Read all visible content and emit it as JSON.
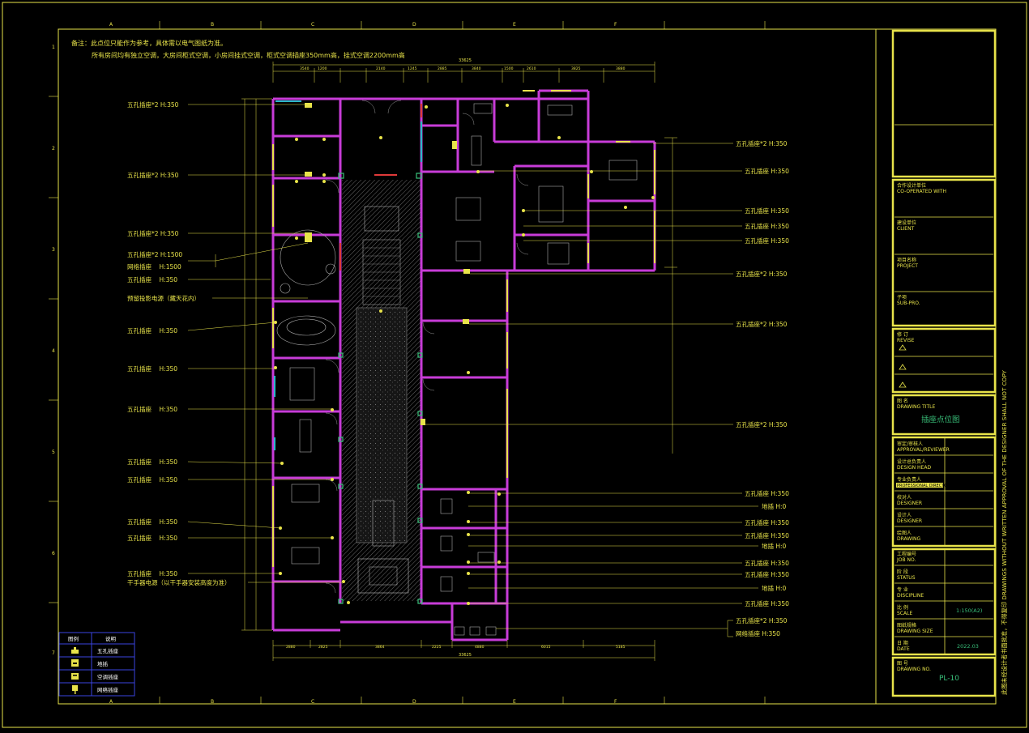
{
  "notes": {
    "line1": "备注：此点位只能作为参考，具体需以电气图纸为准。",
    "line2": "所有房间均有独立空调，大房间柜式空调，小房间挂式空调，柜式空调插座350mm高，挂式空调2200mm高"
  },
  "grid_letters": [
    "A",
    "B",
    "C",
    "D",
    "E",
    "F"
  ],
  "grid_numbers": [
    "1",
    "2",
    "3",
    "4",
    "5",
    "6",
    "7"
  ],
  "dimensions": {
    "top_total": "33625",
    "bottom_total": "33625",
    "top": [
      "3540",
      "1200",
      "2140",
      "1245",
      "2885",
      "3840",
      "1500",
      "2610",
      "3825",
      "3880"
    ],
    "bottom": [
      "2880",
      "2825",
      "3864",
      "2225",
      "4880",
      "6015",
      "5185"
    ]
  },
  "left_labels": [
    "五孔插座*2 H:350",
    "五孔插座*2 H:350",
    "五孔插座*2 H:350",
    "五孔插座*2 H:1500",
    "网络插座    H:1500",
    "五孔插座    H:350",
    "预留投影电源（藏天花内）",
    "五孔插座    H:350",
    "五孔插座    H:350",
    "五孔插座    H:350",
    "五孔插座    H:350",
    "五孔插座    H:350",
    "五孔插座    H:350",
    "五孔插座    H:350",
    "五孔插座    H:350",
    "干手器电源（以干手器安装高度为准）"
  ],
  "right_labels": [
    "五孔插座*2 H:350",
    "五孔插座  H:350",
    "五孔插座  H:350",
    "五孔插座  H:350",
    "五孔插座  H:350",
    "五孔插座*2 H:350",
    "五孔插座*2 H:350",
    "五孔插座*2 H:350",
    "五孔插座  H:350",
    "地插  H:0",
    "五孔插座  H:350",
    "五孔插座  H:350",
    "地插  H:0",
    "五孔插座  H:350",
    "五孔插座  H:350",
    "地插  H:0",
    "五孔插座  H:350",
    "五孔插座*2 H:350",
    "网络插座  H:350"
  ],
  "legend": {
    "col_icon": "图例",
    "col_desc": "说明",
    "rows": [
      {
        "icon": "socket-icon",
        "label": "五孔插座"
      },
      {
        "icon": "floor-socket-icon",
        "label": "地插"
      },
      {
        "icon": "ac-socket-icon",
        "label": "空调插座"
      },
      {
        "icon": "network-socket-icon",
        "label": "网络插座"
      }
    ]
  },
  "title_block": {
    "cooperated": {
      "cn": "合作设计单位",
      "en": "CO-OPERATED WITH"
    },
    "client": {
      "cn": "建设单位",
      "en": "CLIENT"
    },
    "project": {
      "cn": "项目名称",
      "en": "PROJECT"
    },
    "subpro": {
      "cn": "子项",
      "en": "SUB-PRO."
    },
    "revise": {
      "cn": "修 订",
      "en": "REVISE"
    },
    "drawing_title": {
      "cn": "图 名",
      "en": "DRAWING TITLE",
      "value": "插座点位图"
    },
    "approval": {
      "cn": "审定/审核人",
      "en": "APPROVAL/REVIEWER"
    },
    "design_head": {
      "cn": "设计总负责人",
      "en": "DESIGN HEAD"
    },
    "professional": {
      "cn": "专业负责人",
      "en": "PROFESSIONAL DIRECTOR"
    },
    "checker": {
      "cn": "校对人",
      "en": "DESIGNER"
    },
    "designer": {
      "cn": "设计人",
      "en": "DESIGNER"
    },
    "drawer": {
      "cn": "绘图人",
      "en": "DRAWING"
    },
    "job": {
      "cn": "工程编号",
      "en": "JOB NO."
    },
    "status": {
      "cn": "阶 段",
      "en": "STATUS"
    },
    "discipline": {
      "cn": "专 业",
      "en": "DISCIPLINE"
    },
    "scale": {
      "cn": "比 例",
      "en": "SCALE",
      "value": "1:150(A2)"
    },
    "size": {
      "cn": "图纸规格",
      "en": "DRAWING SIZE"
    },
    "date": {
      "cn": "日 期",
      "en": "DATE",
      "value": "2022.03"
    },
    "drawing_no": {
      "cn": "图 号",
      "en": "DRAWING NO.",
      "value": "PL-10"
    }
  },
  "vertical_note": "此图未经设计者书面批准，不得复印  DRAWINGS WITHOUT WRITTEN APPROVAL OF THE DESIGNER SHALL NOT COPY",
  "colors": {
    "border": "#e8e34a",
    "wall": "#c83cd8",
    "accent": "#39c07a",
    "cyan": "#2bb8c8",
    "red": "#e03a3a"
  }
}
